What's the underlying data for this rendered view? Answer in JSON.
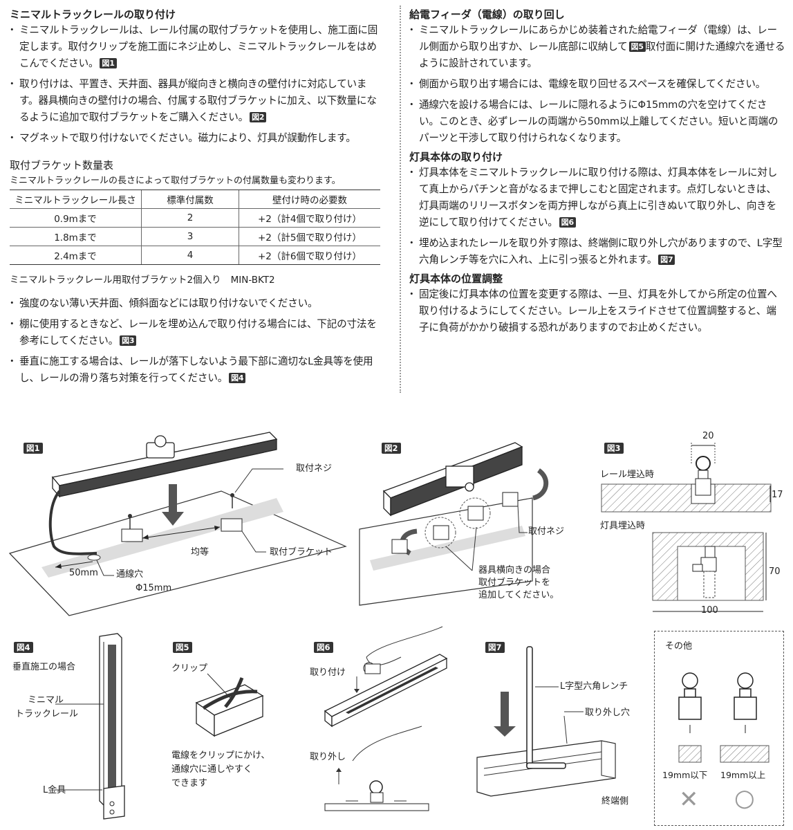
{
  "left": {
    "section1_title": "ミニマルトラックレールの取り付け",
    "b1": "ミニマルトラックレールは、レール付属の取付ブラケットを使用し、施工面に固定します。取付クリップを施工面にネジ止めし、ミニマルトラックレールをはめこんでください。",
    "b1_fig": "図1",
    "b2": "取り付けは、平置き、天井面、器具が縦向きと横向きの壁付けに対応しています。器具横向きの壁付けの場合、付属する取付ブラケットに加え、以下数量になるように追加で取付ブラケットをご購入ください。",
    "b2_fig": "図2",
    "b3": "マグネットで取り付けないでください。磁力により、灯具が誤動作します。",
    "table_title": "取付ブラケット数量表",
    "table_note": "ミニマルトラックレールの長さによって取付ブラケットの付属数量も変わります。",
    "table_headers": [
      "ミニマルトラックレール長さ",
      "標準付属数",
      "壁付け時の必要数"
    ],
    "table_rows": [
      [
        "0.9mまで",
        "2",
        "+2（計4個で取り付け）"
      ],
      [
        "1.8mまで",
        "3",
        "+2（計5個で取り付け）"
      ],
      [
        "2.4mまで",
        "4",
        "+2（計6個で取り付け）"
      ]
    ],
    "kit_name": "ミニマルトラックレール用取付ブラケット2個入り",
    "kit_code": "MIN-BKT2",
    "b4": "強度のない薄い天井面、傾斜面などには取り付けないでください。",
    "b5": "棚に使用するときなど、レールを埋め込んで取り付ける場合には、下記の寸法を参考にしてください。",
    "b5_fig": "図3",
    "b6": "垂直に施工する場合は、レールが落下しないよう最下部に適切なL金具等を使用し、レールの滑り落ち対策を行ってください。",
    "b6_fig": "図4"
  },
  "right": {
    "section2_title": "給電フィーダ（電線）の取り回し",
    "c1a": "ミニマルトラックレールにあらかじめ装着された給電フィーダ（電線）は、レール側面から取り出すか、レール底部に収納して",
    "c1_fig": "図5",
    "c1b": "取付面に開けた通線穴を通せるように設計されています。",
    "c2": "側面から取り出す場合には、電線を取り回せるスペースを確保してください。",
    "c3": "通線穴を設ける場合には、レールに隠れるようにΦ15mmの穴を空けてください。このとき、必ずレールの両端から50mm以上離してください。短いと両端のパーツと干渉して取り付けられなくなります。",
    "section3_title": "灯具本体の取り付け",
    "c4": "灯具本体をミニマルトラックレールに取り付ける際は、灯具本体をレールに対して真上からパチンと音がなるまで押しこむと固定されます。点灯しないときは、灯具両端のリリースボタンを両方押しながら真上に引きぬいて取り外し、向きを逆にして取り付けてください。",
    "c4_fig": "図6",
    "c5": "埋め込まれたレールを取り外す際は、終端側に取り外し穴がありますので、L字型六角レンチ等を穴に入れ、上に引っ張ると外れます。",
    "c5_fig": "図7",
    "section4_title": "灯具本体の位置調整",
    "c6": "固定後に灯具本体の位置を変更する際は、一旦、灯具を外してから所定の位置へ取り付けるようにしてください。レール上をスライドさせて位置調整すると、端子に負荷がかかり破損する恐れがありますのでお止めください。"
  },
  "figures": {
    "f1": {
      "label": "図1",
      "screw": "取付ネジ",
      "even": "均等",
      "bracket": "取付ブラケット",
      "dist": "50mm",
      "hole": "通線穴",
      "dia": "Φ15mm"
    },
    "f2": {
      "label": "図2",
      "screw": "取付ネジ",
      "note1": "器具横向きの場合",
      "note2": "取付ブラケットを",
      "note3": "追加してください。"
    },
    "f3": {
      "label": "図3",
      "rail": "レール埋込時",
      "fixture": "灯具埋込時",
      "w20": "20",
      "h17": "17",
      "h70": "70",
      "w100": "100"
    },
    "f4": {
      "label": "図4",
      "title": "垂直施工の場合",
      "rail1": "ミニマル",
      "rail2": "トラックレール",
      "bracket": "L金具"
    },
    "f5": {
      "label": "図5",
      "clip": "クリップ",
      "t1": "電線をクリップにかけ、",
      "t2": "通線穴に通しやすく",
      "t3": "できます"
    },
    "f6": {
      "label": "図6",
      "attach": "取り付け",
      "remove": "取り外し"
    },
    "f7": {
      "label": "図7",
      "wrench": "L字型六角レンチ",
      "hole": "取り外し穴",
      "end": "終端側"
    },
    "other": {
      "title": "その他",
      "ng": "19mm以下",
      "ok": "19mm以上",
      "ng_mark": "✕",
      "ok_mark": "○"
    }
  }
}
